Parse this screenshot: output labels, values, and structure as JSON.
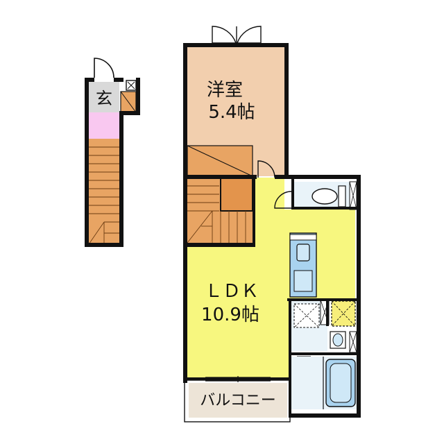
{
  "rooms": {
    "genkan": {
      "label": "玄"
    },
    "western": {
      "name": "洋室",
      "size": "5.4帖"
    },
    "ldk": {
      "name": "ＬＤＫ",
      "size": "10.9帖"
    },
    "balcony": {
      "label": "バルコニー"
    }
  },
  "colors": {
    "wall": "#111111",
    "western_floor": "#f2cfae",
    "stairs": "#e8a463",
    "stairs_dark": "#e3944c",
    "ldk_floor": "#f7f77f",
    "wet_area": "#e9f3f9",
    "fixture_blue": "#a9d3ef",
    "genkan_gray": "#d9d9d9",
    "genkan_pink": "#f9c8f0",
    "balcony_floor": "#ede4d7",
    "closet_yellow": "#f7ee7a"
  }
}
